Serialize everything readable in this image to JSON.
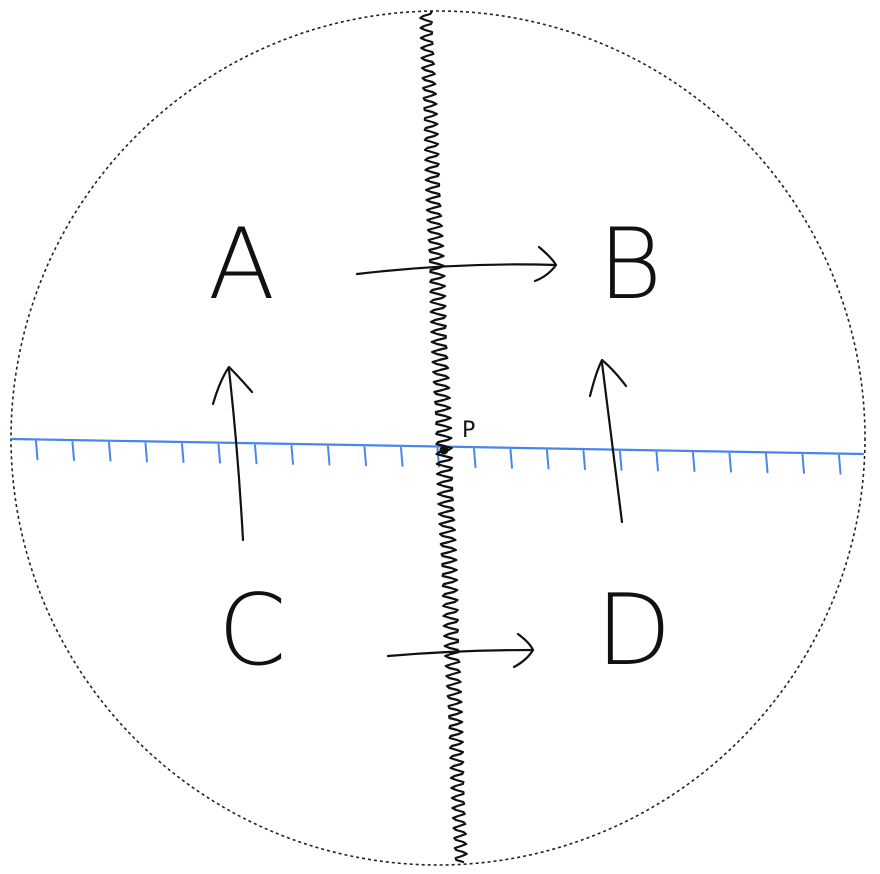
{
  "diagram": {
    "labels": {
      "a": "A",
      "b": "B",
      "c": "C",
      "d": "D",
      "p": "P"
    },
    "arrows": [
      {
        "from": "A",
        "to": "B"
      },
      {
        "from": "C",
        "to": "D"
      },
      {
        "from": "C",
        "to": "A"
      },
      {
        "from": "D",
        "to": "B"
      }
    ],
    "colors": {
      "ink": "#111111",
      "blue_line": "#4a86e8",
      "boundary": "#222222"
    },
    "line_styles": {
      "boundary": "dotted-circle",
      "vertical": "wavy",
      "horizontal": "hatched"
    }
  }
}
